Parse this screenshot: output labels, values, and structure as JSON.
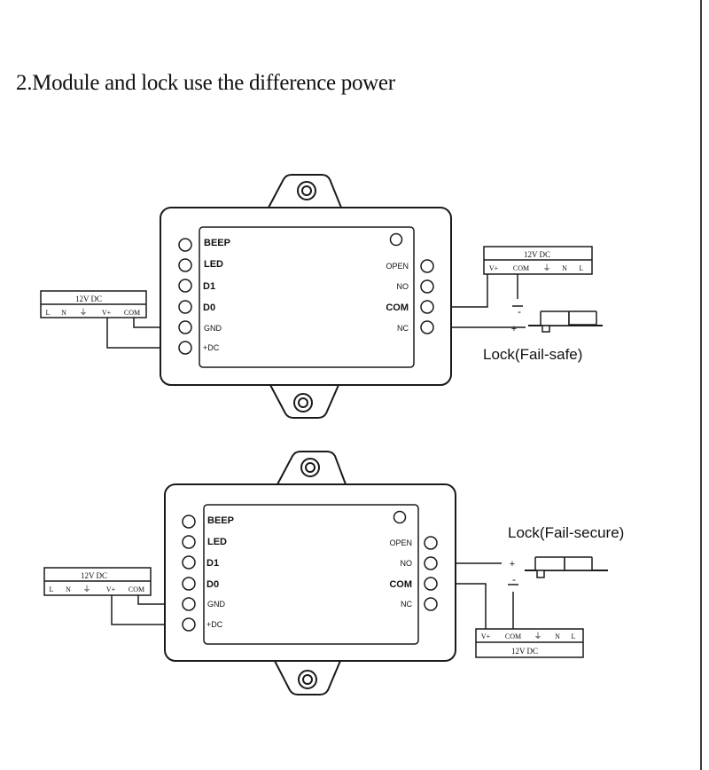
{
  "heading": "2.Module and lock use the difference power",
  "diagrams": [
    {
      "terminals_left": [
        "BEEP",
        "LED",
        "D1",
        "D0",
        "GND",
        "+DC"
      ],
      "terminals_right": [
        "OPEN",
        "NO",
        "COM",
        "NC"
      ],
      "left_supply": {
        "title": "12V DC",
        "labels": [
          "L",
          "N",
          "⏚",
          "V+",
          "COM"
        ]
      },
      "right_supply": {
        "title": "12V DC",
        "labels": [
          "V+",
          "COM",
          "⏚",
          "N",
          "L"
        ]
      },
      "lock": {
        "caption": "Lock(Fail-safe)",
        "minus": "-",
        "plus": "+"
      }
    },
    {
      "terminals_left": [
        "BEEP",
        "LED",
        "D1",
        "D0",
        "GND",
        "+DC"
      ],
      "terminals_right": [
        "OPEN",
        "NO",
        "COM",
        "NC"
      ],
      "left_supply": {
        "title": "12V DC",
        "labels": [
          "L",
          "N",
          "⏚",
          "V+",
          "COM"
        ]
      },
      "right_supply": {
        "title": "12V DC",
        "labels": [
          "V+",
          "COM",
          "⏚",
          "N",
          "L"
        ]
      },
      "lock": {
        "caption": "Lock(Fail-secure)",
        "plus": "+",
        "minus": "-"
      }
    }
  ]
}
